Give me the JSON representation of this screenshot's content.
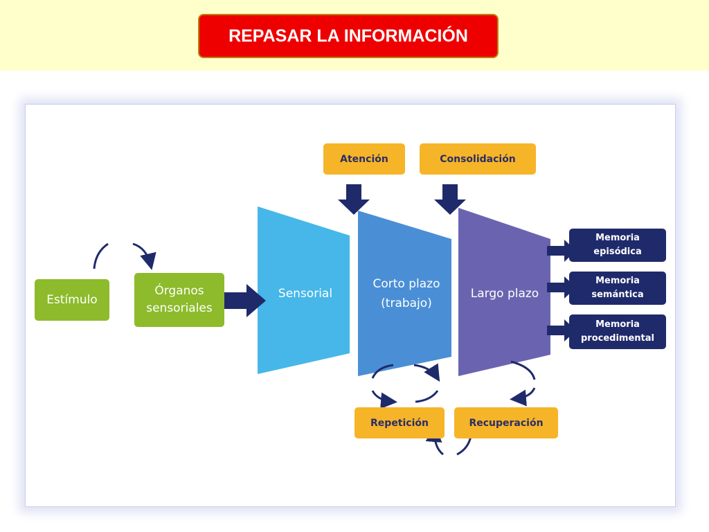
{
  "title": "REPASAR LA INFORMACIÓN",
  "colors": {
    "header_band": "#ffffcc",
    "title_bg": "#ee0000",
    "title_border": "#b8860b",
    "green_box": "#8dbb2b",
    "orange_box": "#f6b428",
    "navy_box": "#1f2a6b",
    "sensorial_fill": "#46b7e8",
    "corto_fill": "#4a8fd6",
    "largo_fill": "#6a64b0",
    "arrow": "#1f2a6b"
  },
  "input": {
    "estimulo": "Estímulo",
    "organos_line1": "Órganos",
    "organos_line2": "sensoriales"
  },
  "processes": {
    "atencion": "Atención",
    "consolidacion": "Consolidación",
    "repeticion": "Repetición",
    "recuperacion": "Recuperación"
  },
  "stages": {
    "sensorial": "Sensorial",
    "corto_line1": "Corto plazo",
    "corto_line2": "(trabajo)",
    "largo": "Largo plazo"
  },
  "memory_types": {
    "episodica_line1": "Memoria",
    "episodica_line2": "episódica",
    "semantica_line1": "Memoria",
    "semantica_line2": "semántica",
    "procedimental_line1": "Memoria",
    "procedimental_line2": "procedimental"
  }
}
